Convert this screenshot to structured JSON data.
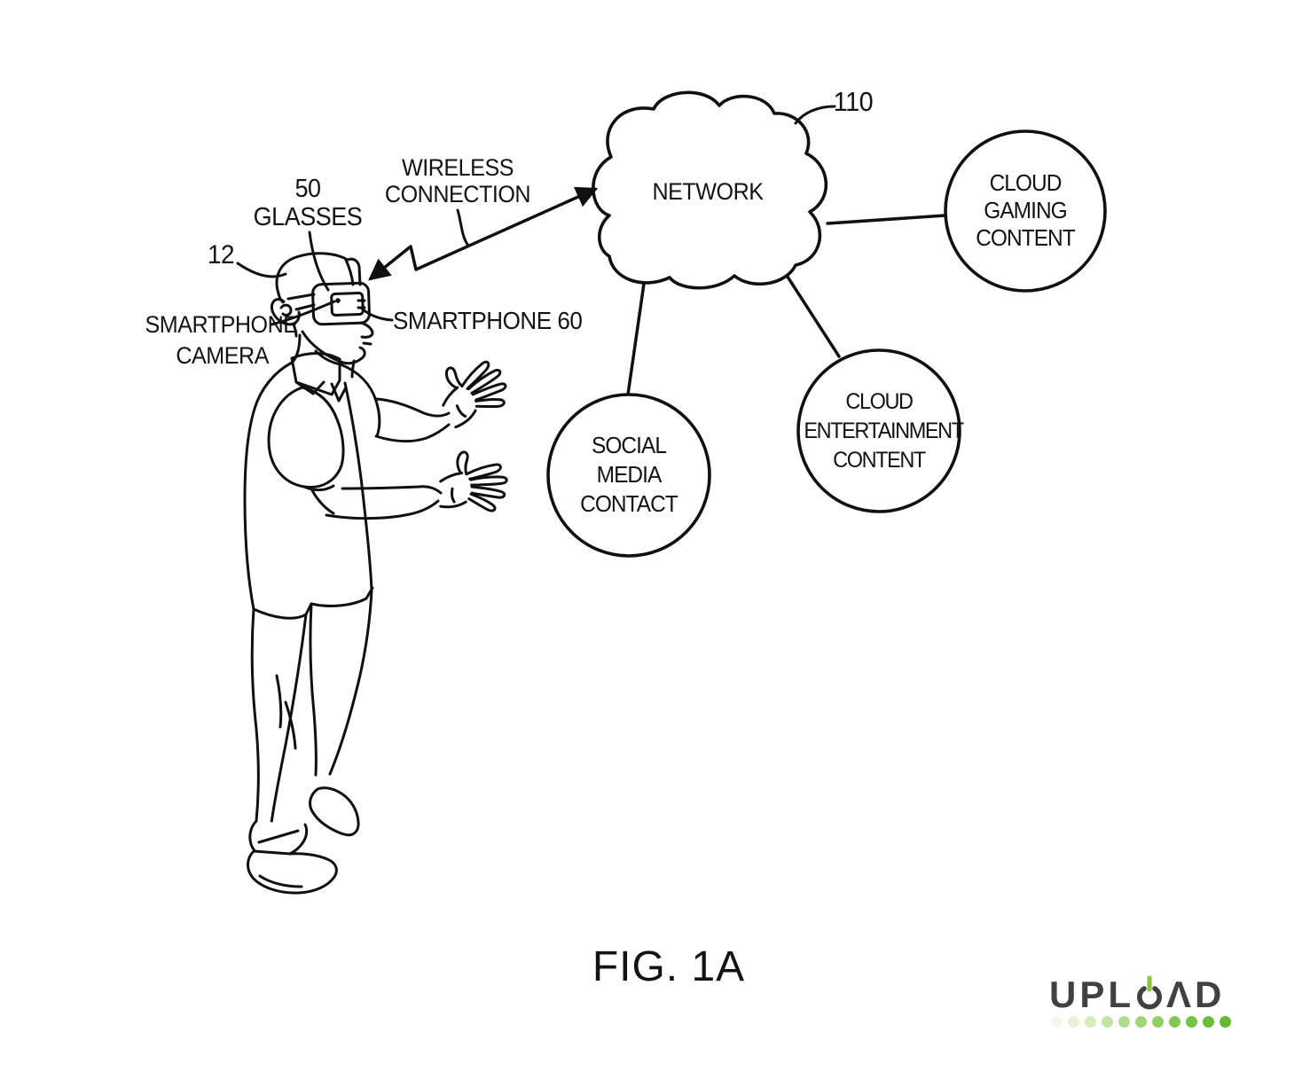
{
  "figure_caption": "FIG. 1A",
  "colors": {
    "ink": "#101010",
    "logo_gray": "#414042",
    "logo_green": "#8dc63f"
  },
  "annotations": {
    "person_ref": "12",
    "glasses_ref": "50",
    "glasses_label": "GLASSES",
    "smartphone_camera_line1": "SMARTPHONE",
    "smartphone_camera_line2": "CAMERA",
    "wireless_line1": "WIRELESS",
    "wireless_line2": "CONNECTION",
    "smartphone_label": "SMARTPHONE 60",
    "network_ref": "110"
  },
  "network": {
    "label": "NETWORK"
  },
  "nodes": [
    {
      "id": "cloud-gaming-content",
      "lines": [
        "CLOUD",
        "GAMING",
        "CONTENT"
      ]
    },
    {
      "id": "cloud-entertainment-content",
      "lines": [
        "CLOUD",
        "ENTERTAINMENT",
        "CONTENT"
      ]
    },
    {
      "id": "social-media-contact",
      "lines": [
        "SOCIAL",
        "MEDIA",
        "CONTACT"
      ]
    }
  ],
  "logo": {
    "wordmark": "UPLOAD",
    "display_left": "UPL",
    "display_right": "ΛD",
    "dot_colors": [
      "#f1f8ea",
      "#e6f3d9",
      "#d4ebbc",
      "#c2e3a4",
      "#b1dc8d",
      "#a2d579",
      "#92ce64",
      "#84c853",
      "#76c243",
      "#6dbd38",
      "#66ba30"
    ]
  }
}
